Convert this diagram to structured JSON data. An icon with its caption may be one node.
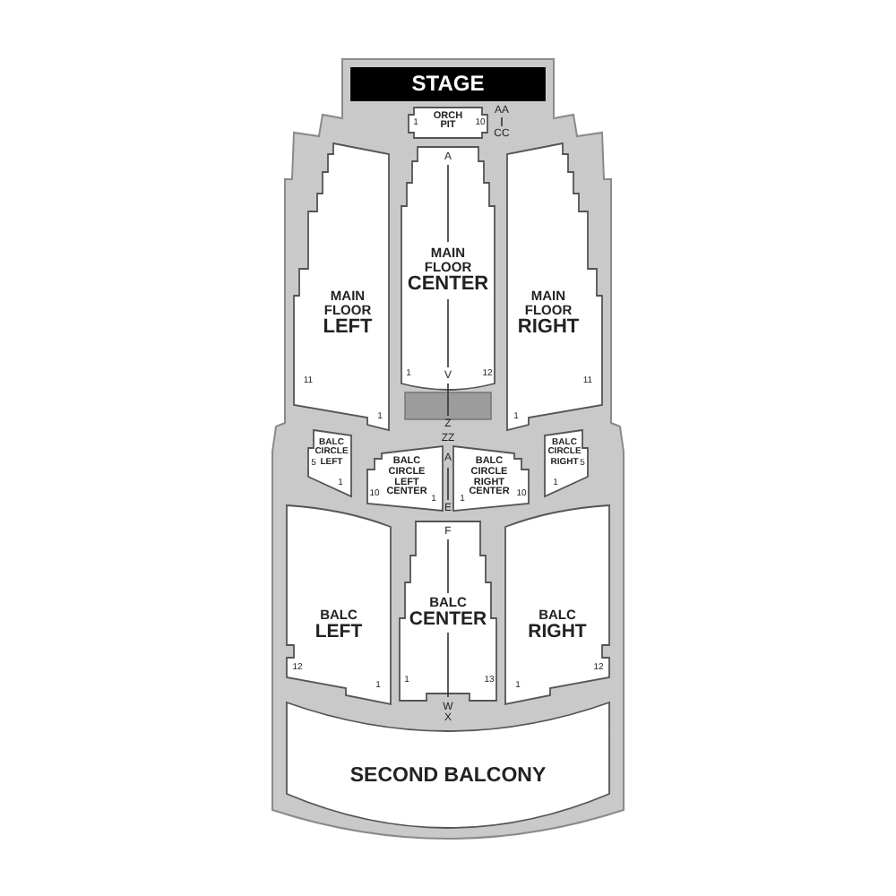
{
  "diagram": {
    "nodes": [
      {
        "text": [
          "STAGE"
        ]
      },
      {
        "text": [
          "ORCH PIT"
        ]
      },
      {
        "text": [
          "MAIN FLOOR",
          "LEFT"
        ]
      },
      {
        "text": [
          "MAIN FLOOR",
          "CENTER"
        ]
      },
      {
        "text": [
          "MAIN FLOOR",
          "RIGHT"
        ]
      },
      {
        "text": [
          "BALC CIRCLE LEFT"
        ]
      },
      {
        "text": [
          "BALC CIRCLE LEFT CENTER"
        ]
      },
      {
        "text": [
          "BALC CIRCLE RIGHT CENTER"
        ]
      },
      {
        "text": [
          "BALC CIRCLE RIGHT"
        ]
      },
      {
        "text": [
          "BALC",
          "LEFT"
        ]
      },
      {
        "text": [
          "BALC",
          "CENTER"
        ]
      },
      {
        "text": [
          "BALC",
          "RIGHT"
        ]
      },
      {
        "text": [
          "SECOND BALCONY"
        ]
      }
    ],
    "labels": [
      "AA",
      "1",
      "10",
      "CC",
      "A",
      "1",
      "V",
      "12",
      "11",
      "11",
      "1",
      "1",
      "Z",
      "ZZ",
      "A",
      "5",
      "5",
      "1",
      "1",
      "10",
      "1",
      "1",
      "10",
      "E",
      "F",
      "12",
      "1",
      "13",
      "12",
      "1",
      "1",
      "W",
      "X"
    ]
  }
}
